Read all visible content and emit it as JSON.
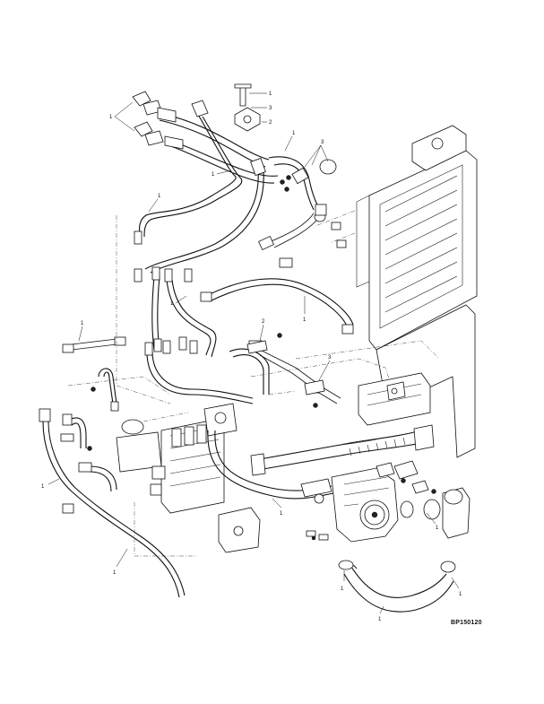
{
  "figure": {
    "id": "BP150120"
  },
  "callouts": [
    {
      "text": "1"
    },
    {
      "text": "3"
    },
    {
      "text": "2"
    },
    {
      "text": "1"
    },
    {
      "text": "1"
    },
    {
      "text": "3"
    },
    {
      "text": "1"
    },
    {
      "text": "1"
    },
    {
      "text": "1"
    },
    {
      "text": "1"
    },
    {
      "text": "2"
    },
    {
      "text": "3"
    },
    {
      "text": "1"
    },
    {
      "text": "1"
    },
    {
      "text": "1"
    },
    {
      "text": "1"
    },
    {
      "text": "1"
    },
    {
      "text": "1"
    },
    {
      "text": "1"
    },
    {
      "text": "1"
    }
  ]
}
